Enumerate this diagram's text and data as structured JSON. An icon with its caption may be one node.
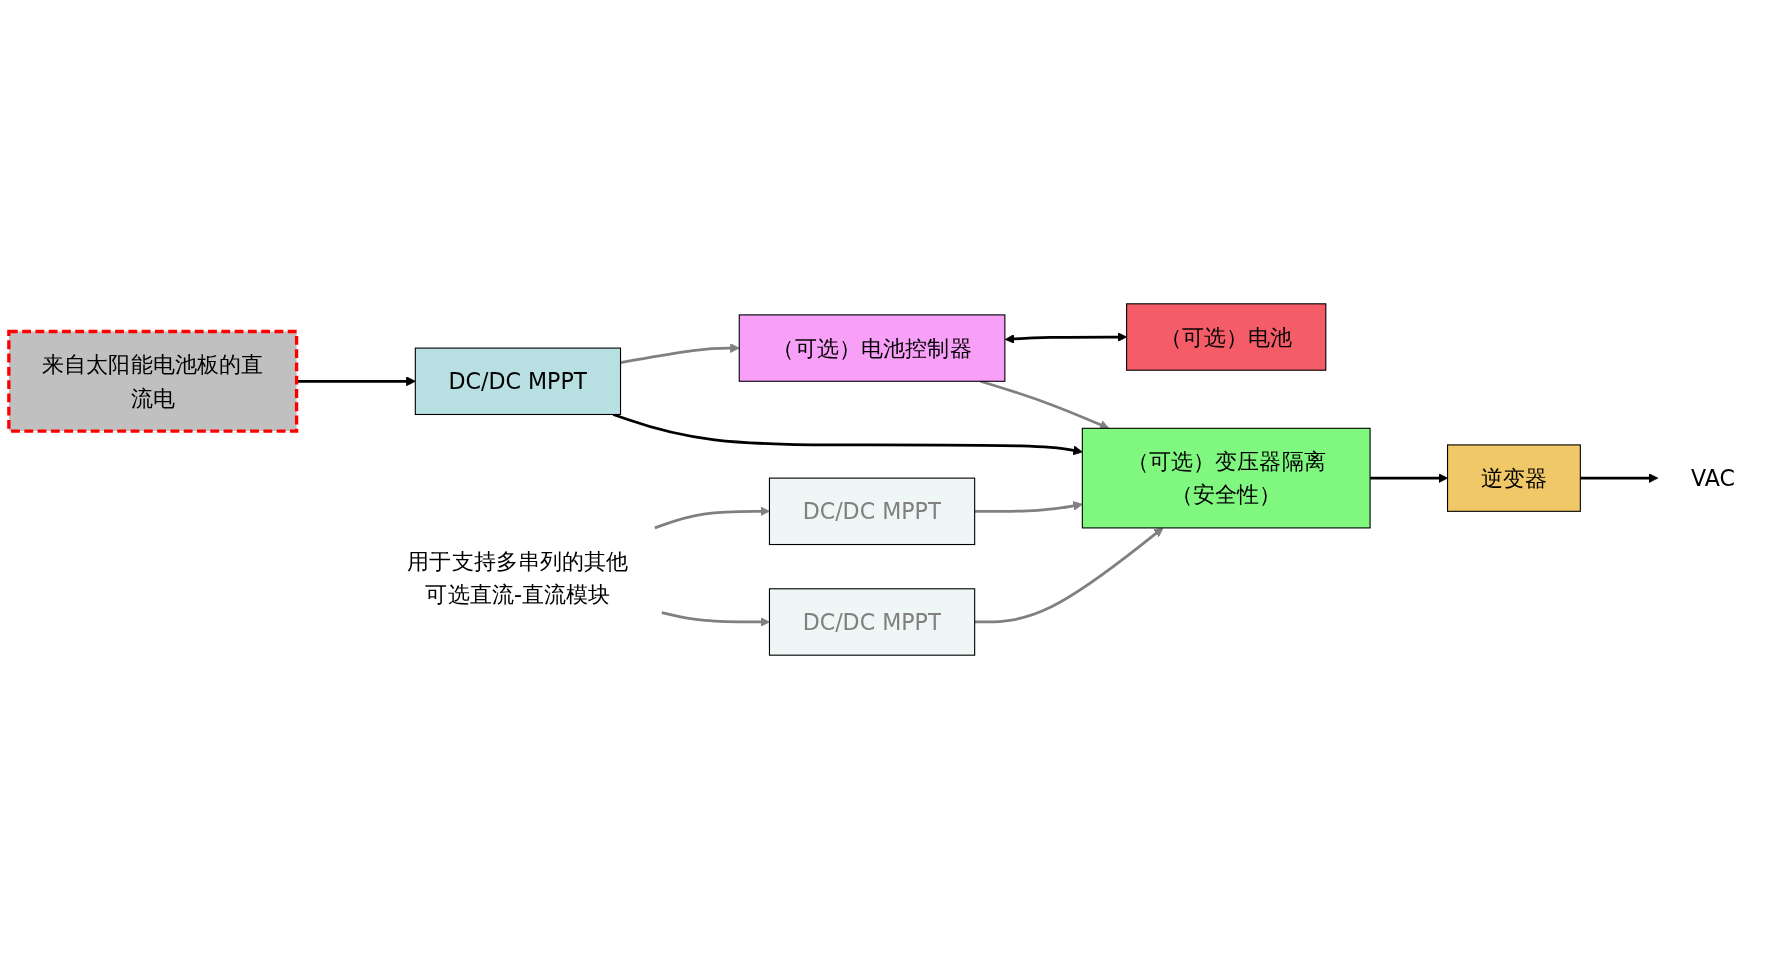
{
  "diagram": {
    "nodes": [
      {
        "text": [
          "来自太阳能电池板的直流电"
        ]
      },
      {
        "text": [
          "DC/DC MPPT"
        ]
      },
      {
        "text": [
          "（可选）变压器隔离（安全性）"
        ]
      },
      {
        "text": [
          "逆变器"
        ]
      },
      {
        "text": [
          "VAC"
        ]
      },
      {
        "text": [
          "DC/DC MPPT"
        ]
      },
      {
        "text": [
          "DC/DC MPPT"
        ]
      },
      {
        "text": [
          "（可选）电池控制器"
        ]
      },
      {
        "text": [
          "（可选）电池"
        ]
      },
      {
        "text": [
          "用于支持多串列的其他可选直流-直流模块"
        ]
      }
    ],
    "edges": [
      {
        "from": 0,
        "to": 1,
        "arrow": "to",
        "color": "#000000"
      },
      {
        "from": 1,
        "to": 2,
        "arrow": "to",
        "color": "#000000"
      },
      {
        "from": 2,
        "to": 3,
        "arrow": "to",
        "color": "#000000"
      },
      {
        "from": 3,
        "to": 4,
        "arrow": "to",
        "color": "#000000"
      },
      {
        "from": 9,
        "to": 5,
        "arrow": "to",
        "color": "#808080"
      },
      {
        "from": 9,
        "to": 6,
        "arrow": "to",
        "color": "#808080"
      },
      {
        "from": 5,
        "to": 2,
        "arrow": "to",
        "color": "#808080"
      },
      {
        "from": 6,
        "to": 2,
        "arrow": "to",
        "color": "#808080"
      },
      {
        "from": 1,
        "to": 7,
        "arrow": "to",
        "color": "#808080"
      },
      {
        "from": 7,
        "to": 2,
        "arrow": "to",
        "color": "#808080"
      },
      {
        "from": 7,
        "to": 8,
        "arrow": "both",
        "color": "#000000"
      }
    ]
  }
}
